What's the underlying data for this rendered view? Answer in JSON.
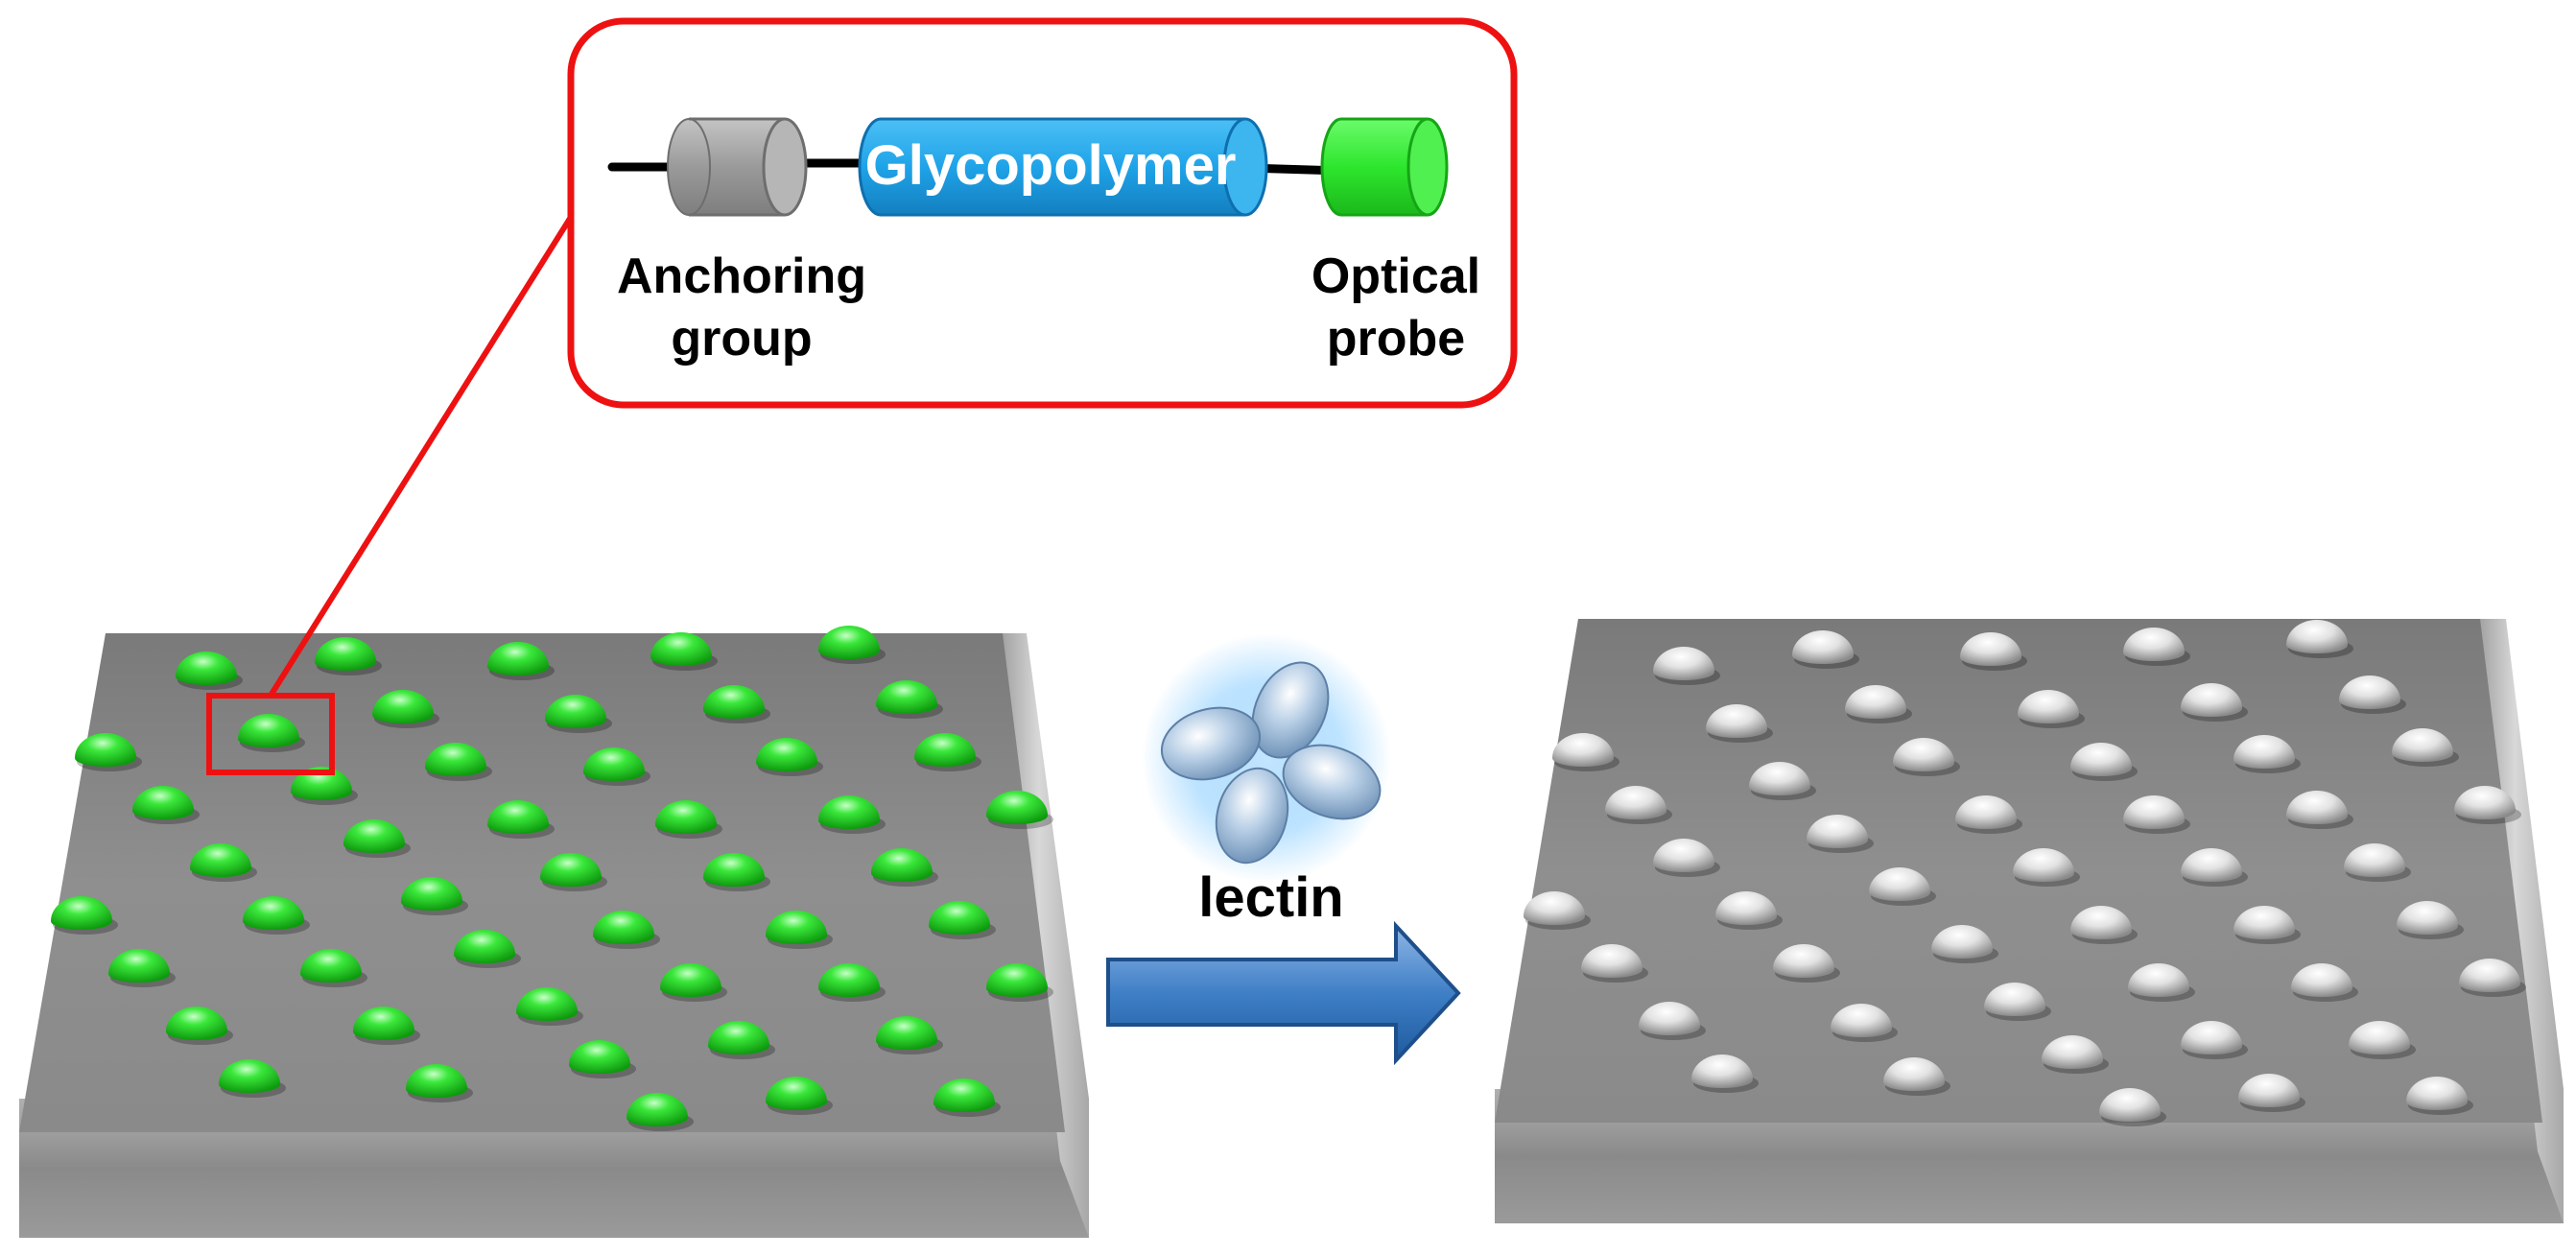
{
  "inset": {
    "polymer_label": "Glycopolymer",
    "anchor_label_line1": "Anchoring",
    "anchor_label_line2": "group",
    "probe_label_line1": "Optical",
    "probe_label_line2": "probe"
  },
  "reaction": {
    "reagent_label": "lectin"
  },
  "colors": {
    "inset_border": "#ee1111",
    "anchor_gray": "#9a9a9a",
    "polymer_blue": "#1fa3e8",
    "probe_green": "#2ee62e",
    "surface_gray": "#8c8c8c",
    "arrow_blue": "#3f7fc6"
  }
}
